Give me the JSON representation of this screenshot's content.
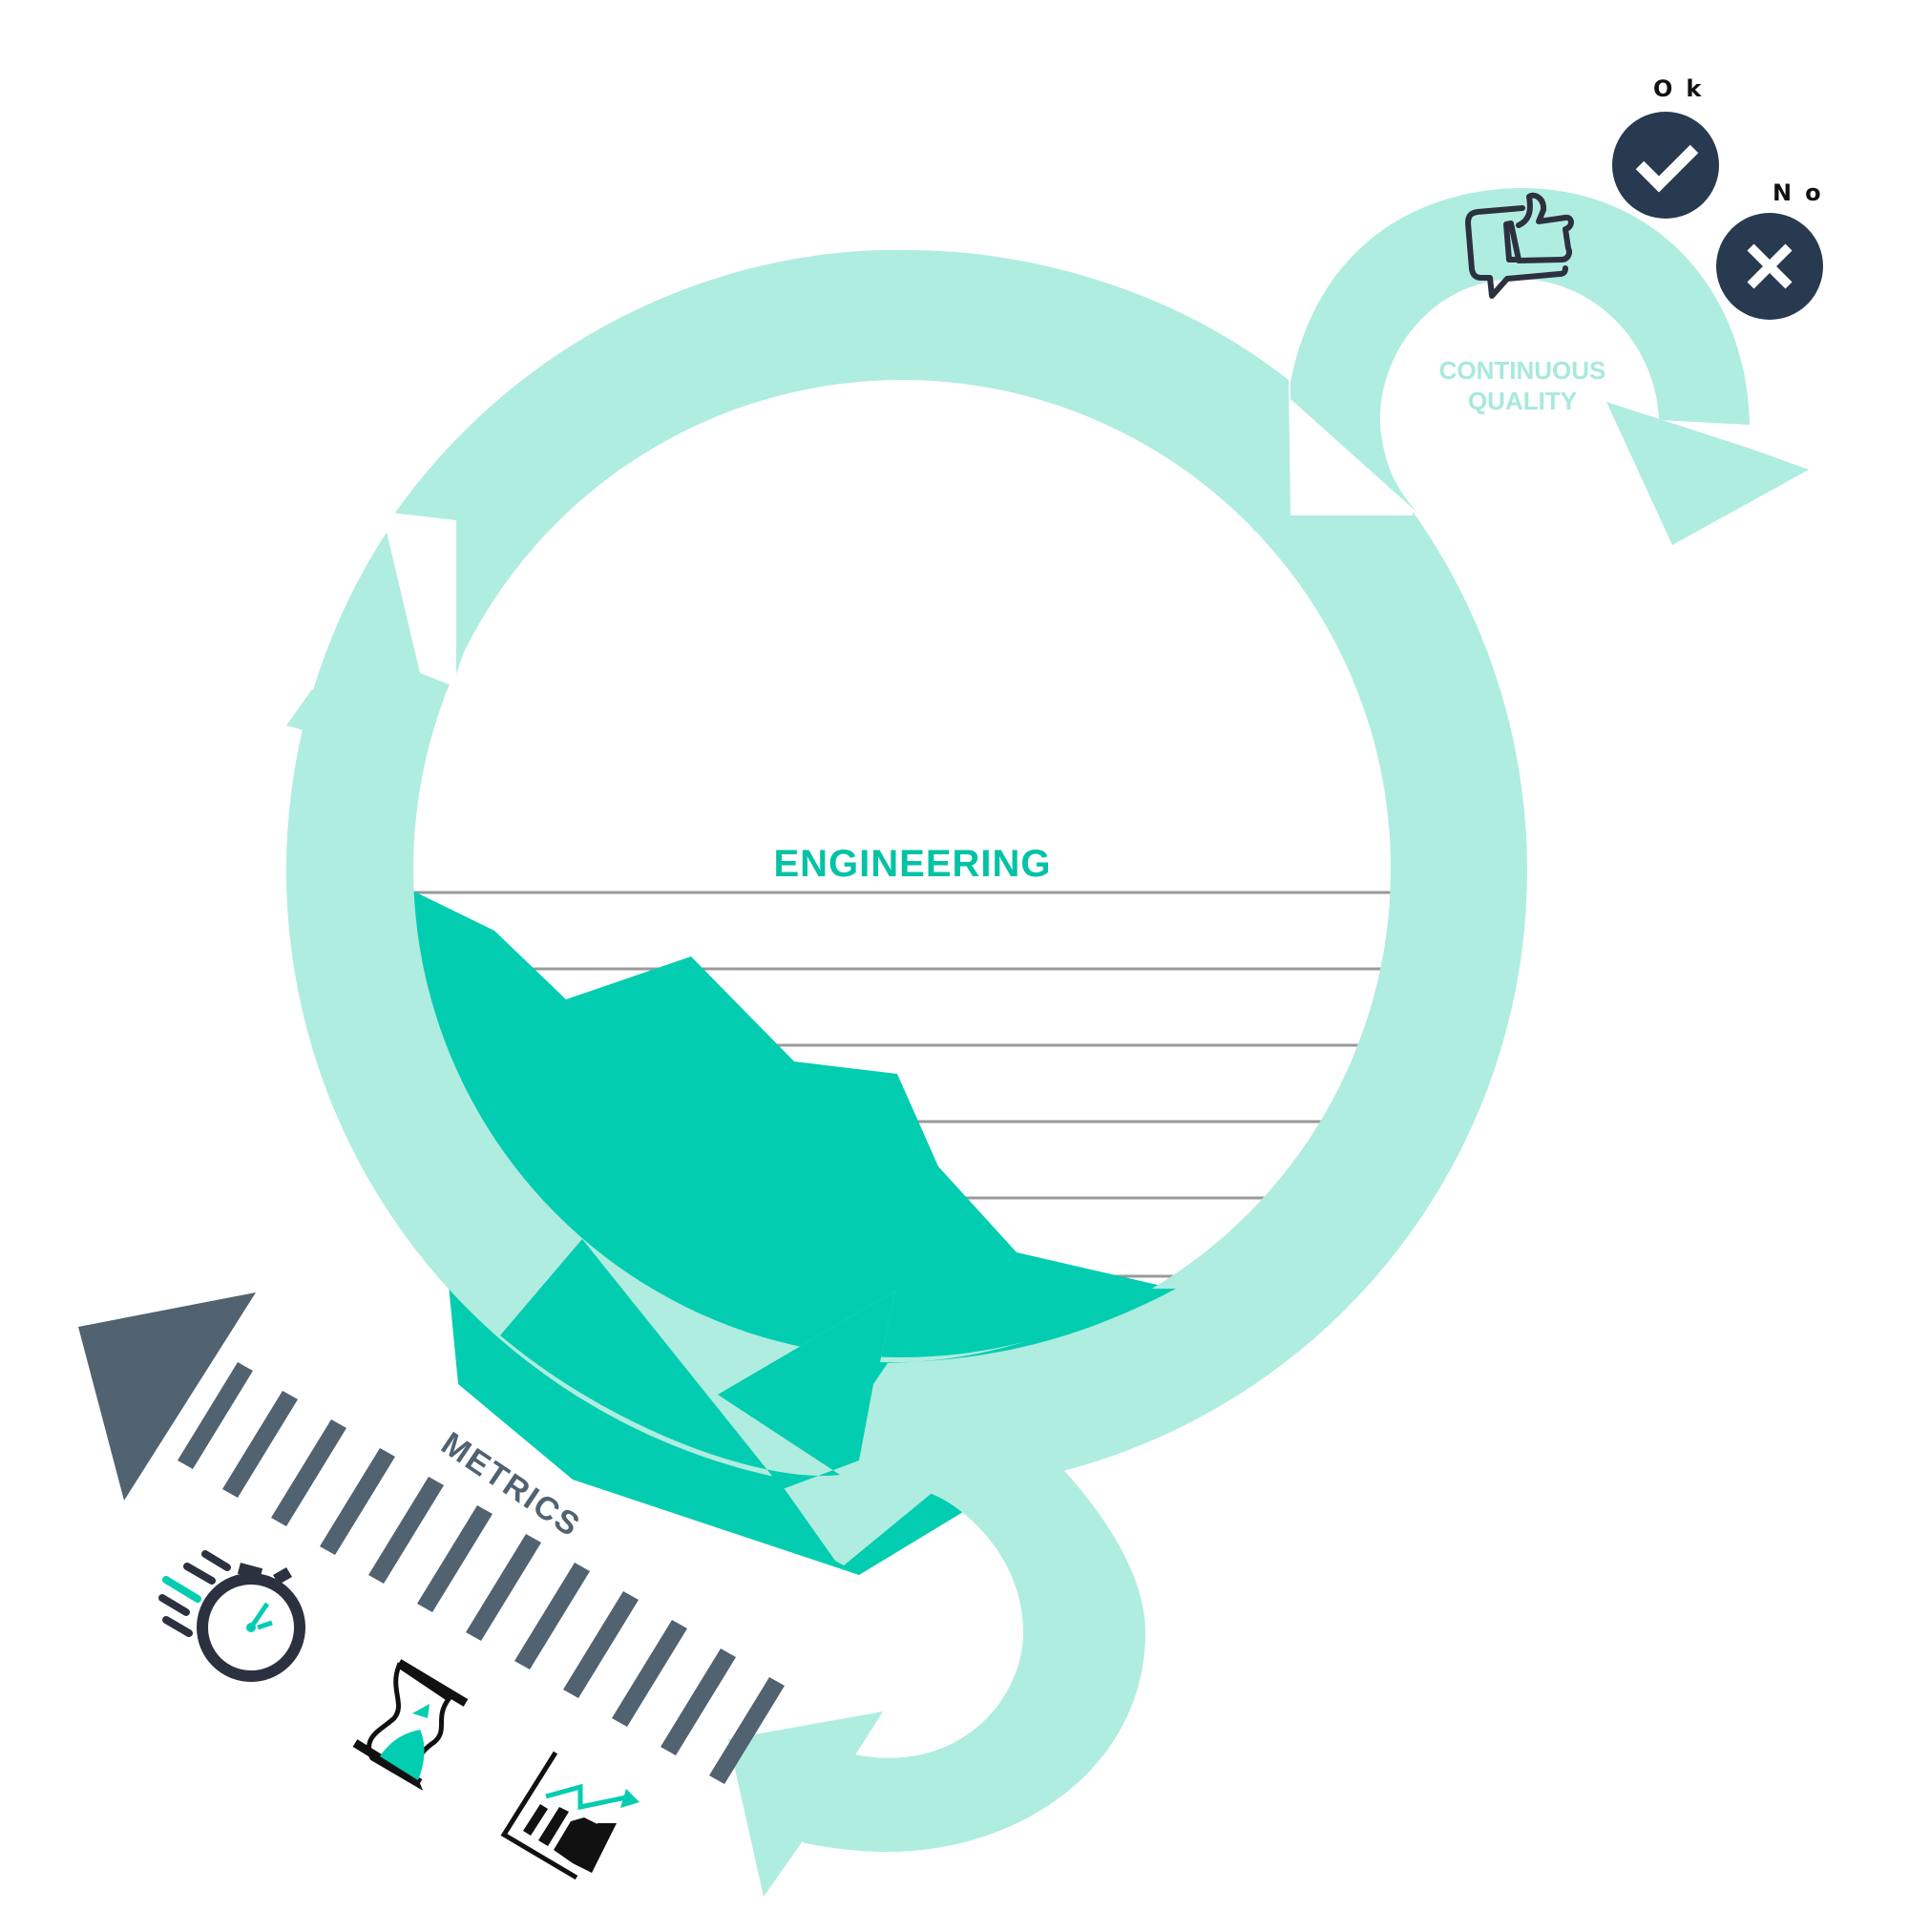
{
  "labels": {
    "engineering": "ENGINEERING",
    "continuous_quality_line1": "CONTINUOUS",
    "continuous_quality_line2": "QUALITY",
    "metrics": "METRICS",
    "ok": "Ok",
    "no": "No"
  },
  "icons": {
    "approval": "thumbs-up-chat-icon",
    "ok": "checkmark-icon",
    "no": "x-mark-icon",
    "stopwatch": "stopwatch-icon",
    "hourglass": "hourglass-icon",
    "growth_chart": "growth-chart-icon"
  },
  "colors": {
    "cycle_arrow": "#afede0",
    "engineering_fill": "#03cdb0",
    "engineering_text": "#03c2a6",
    "quality_text": "#a7e9dd",
    "metrics_slate": "#516271",
    "badge_dark": "#273a50",
    "gridline": "#9a9a9a",
    "icon_dark": "#2c3140"
  }
}
